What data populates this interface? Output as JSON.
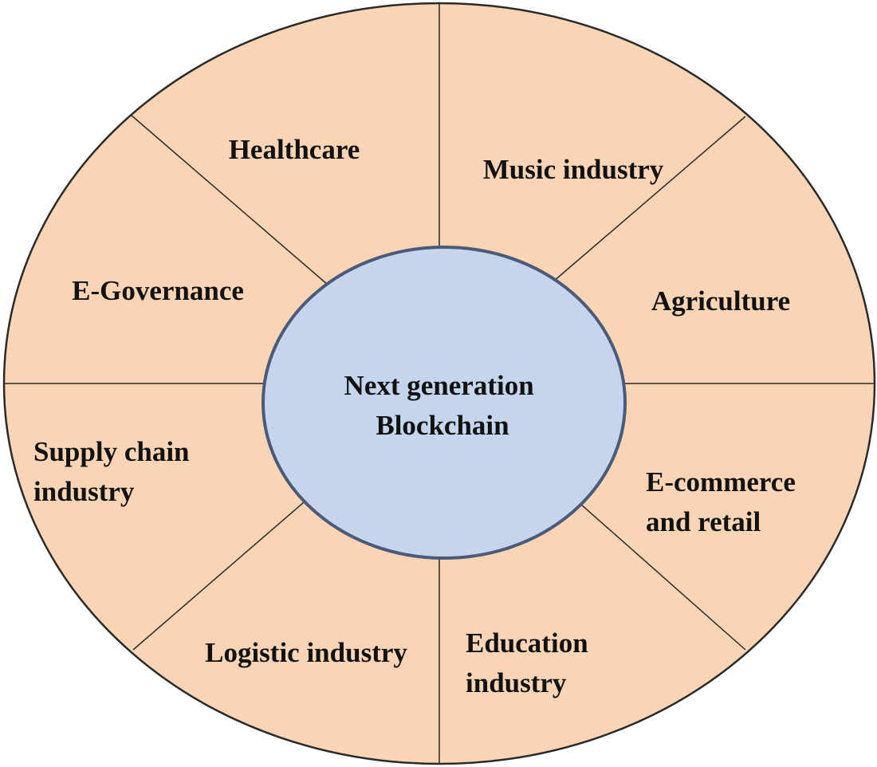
{
  "center": {
    "lines": [
      "Next generation",
      "Blockchain"
    ]
  },
  "sectors": [
    {
      "lines": [
        "Healthcare"
      ]
    },
    {
      "lines": [
        "Music industry"
      ]
    },
    {
      "lines": [
        "Agriculture"
      ]
    },
    {
      "lines": [
        "E-commerce",
        "and retail"
      ]
    },
    {
      "lines": [
        "Education",
        "industry"
      ]
    },
    {
      "lines": [
        "Logistic industry"
      ]
    },
    {
      "lines": [
        "Supply chain",
        "industry"
      ]
    },
    {
      "lines": [
        "E-Governance"
      ]
    }
  ],
  "colors": {
    "outer_fill": "#fad5b5",
    "inner_fill": "#c5d5ee",
    "inner_stroke": "#4a5a78",
    "line": "#2a2a2a"
  }
}
